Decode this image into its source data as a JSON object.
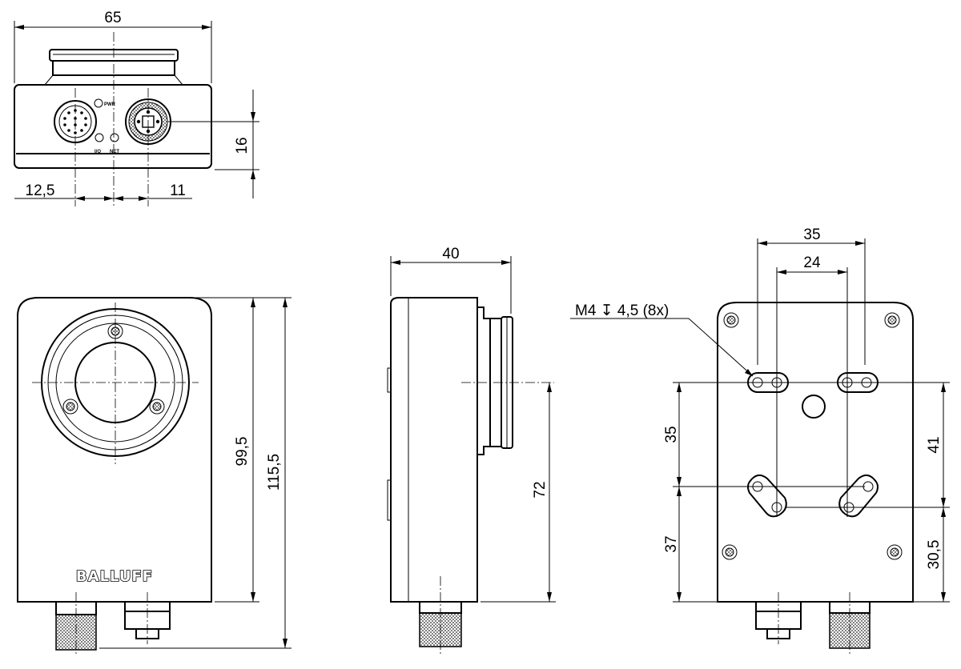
{
  "brand": "BALLUFF",
  "top_view": {
    "width_dim": "65",
    "height_dim": "16",
    "left_offset_dim": "12,5",
    "right_offset_dim": "11",
    "led_labels": [
      "PWR",
      "I/O",
      "NET"
    ]
  },
  "front_view": {
    "height_inner_dim": "99,5",
    "height_total_dim": "115,5"
  },
  "side_view": {
    "depth_dim": "40",
    "axis_height_dim": "72"
  },
  "rear_view": {
    "outer_spacing_dim": "35",
    "inner_spacing_dim": "24",
    "thread_callout": "M4 ↧ 4,5 (8x)",
    "left_upper_dim": "35",
    "left_lower_dim": "37",
    "right_upper_dim": "41",
    "right_lower_dim": "30,5"
  }
}
